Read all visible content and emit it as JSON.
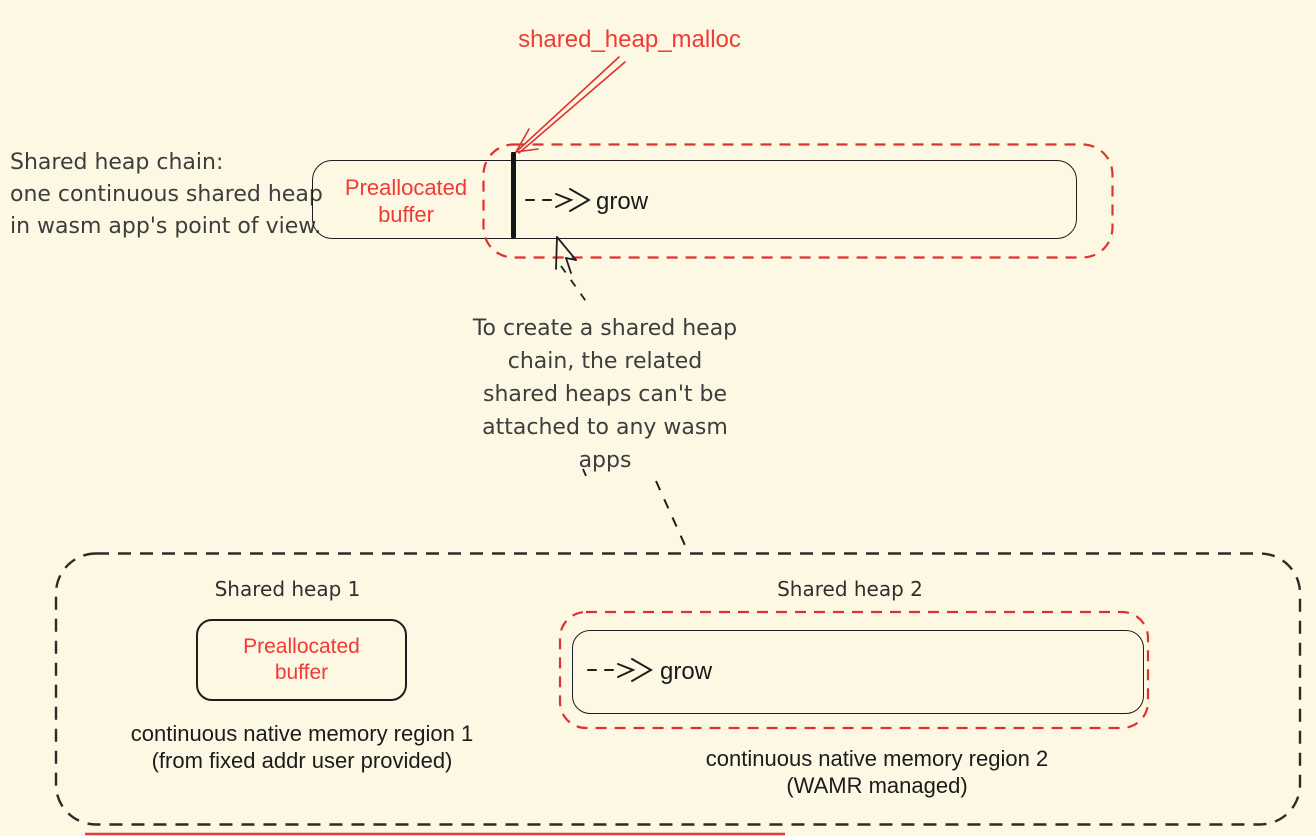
{
  "colors": {
    "background": "#FDF8E4",
    "accent_red": "#E03131",
    "red_text": "#EF3B33",
    "ink": "#1B1B1B",
    "note_ink": "#3D3D3D"
  },
  "top": {
    "malloc_label": "shared_heap_malloc",
    "chain_note_lines": [
      "Shared heap chain:",
      "one continuous shared heap",
      "in wasm app's point of view."
    ],
    "prealloc_lines": [
      "Preallocated",
      "buffer"
    ],
    "grow_label": "grow"
  },
  "middle": {
    "create_note_lines": [
      "To create a shared heap",
      "chain, the related",
      "shared heaps can't be",
      "attached to any wasm",
      "apps"
    ]
  },
  "bottom": {
    "heap1": {
      "title": "Shared heap 1",
      "prealloc_lines": [
        "Preallocated",
        "buffer"
      ],
      "caption_lines": [
        "continuous native memory region 1",
        "(from fixed addr user provided)"
      ]
    },
    "heap2": {
      "title": "Shared heap 2",
      "grow_label": "grow",
      "caption_lines": [
        "continuous native memory region 2",
        "(WAMR managed)"
      ]
    }
  }
}
